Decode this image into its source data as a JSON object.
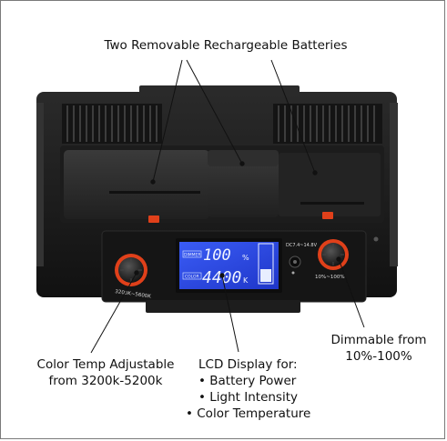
{
  "callouts": {
    "batteries": "Two Removable Rechargeable Batteries",
    "color_temp": [
      "Color Temp Adjustable",
      "from 3200k-5200k"
    ],
    "lcd": [
      "LCD Display for:",
      "• Battery Power",
      "• Light Intensity",
      "• Color Temperature"
    ],
    "dimmable": [
      "Dimmable from",
      "10%-100%"
    ]
  },
  "device": {
    "lcd_dimmer_label": "DIMMER",
    "lcd_dimmer_value": "100",
    "lcd_dimmer_unit": "%",
    "lcd_color_label": "COLOR",
    "lcd_color_value": "4400",
    "lcd_color_unit": "K",
    "left_knob_label": "3200K~5600K",
    "right_knob_label": "10%~100%",
    "dc_label": "DC7.4~14.8V"
  },
  "colors": {
    "lcd_background": "#2b47e8",
    "knob_accent": "#e0401a",
    "body": "#1a1a1a"
  }
}
